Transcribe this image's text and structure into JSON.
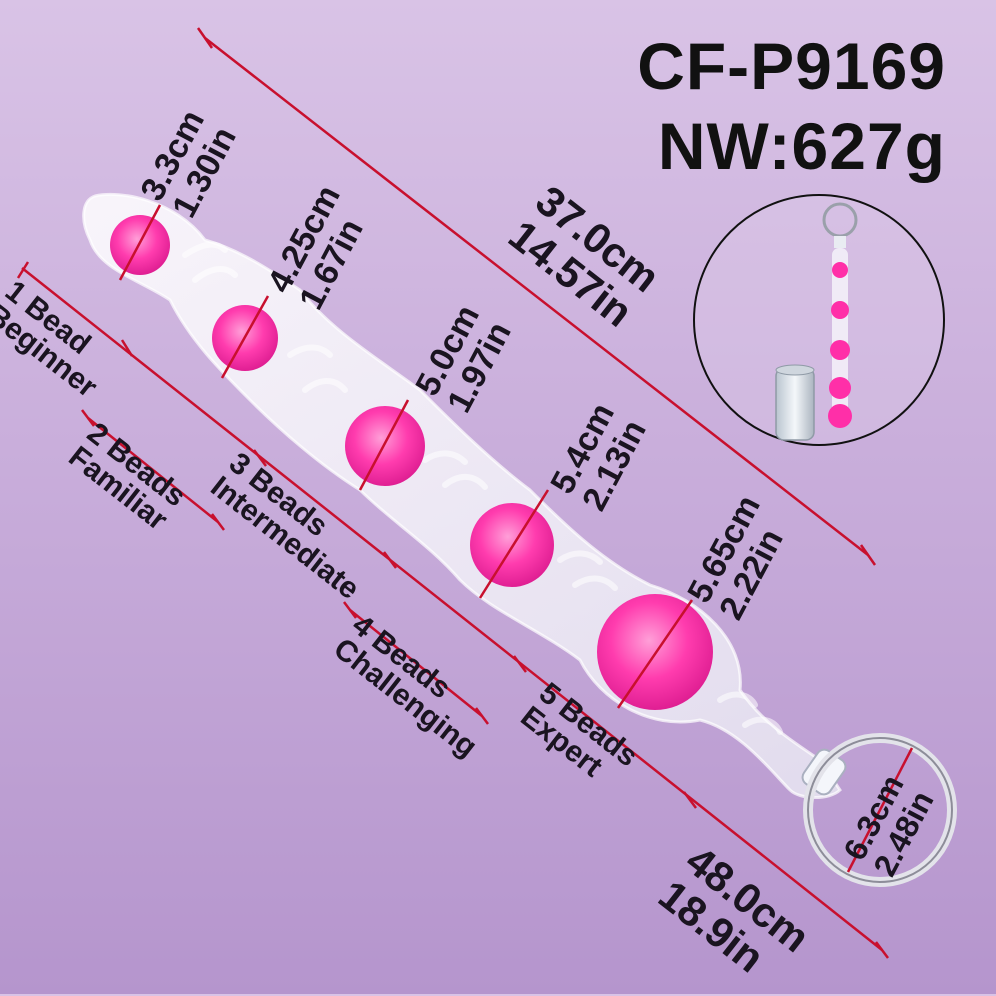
{
  "product": {
    "code": "CF-P9169",
    "net_weight": "NW:627g"
  },
  "total_bead_length": {
    "cm": "37.0cm",
    "in": "14.57in"
  },
  "overall_length": {
    "cm": "48.0cm",
    "in": "18.9in"
  },
  "ring_diameter": {
    "cm": "6.3cm",
    "in": "2.48in"
  },
  "bead_diameters": [
    {
      "cm": "3.3cm",
      "in": "1.30in"
    },
    {
      "cm": "4.25cm",
      "in": "1.67in"
    },
    {
      "cm": "5.0cm",
      "in": "1.97in"
    },
    {
      "cm": "5.4cm",
      "in": "2.13in"
    },
    {
      "cm": "5.65cm",
      "in": "2.22in"
    }
  ],
  "levels": [
    {
      "count": "1 Bead",
      "name": "Beginner"
    },
    {
      "count": "2 Beads",
      "name": "Familiar"
    },
    {
      "count": "3 Beads",
      "name": "Intermediate"
    },
    {
      "count": "4 Beads",
      "name": "Challenging"
    },
    {
      "count": "5 Beads",
      "name": "Expert"
    }
  ],
  "colors": {
    "measure_line": "#c8102e",
    "bead_pink": "#ff2fa8",
    "text": "#111111",
    "ring": "#c8c8d0"
  },
  "icons": [
    "product-silhouette-icon",
    "soda-can-icon",
    "key-ring-icon"
  ]
}
